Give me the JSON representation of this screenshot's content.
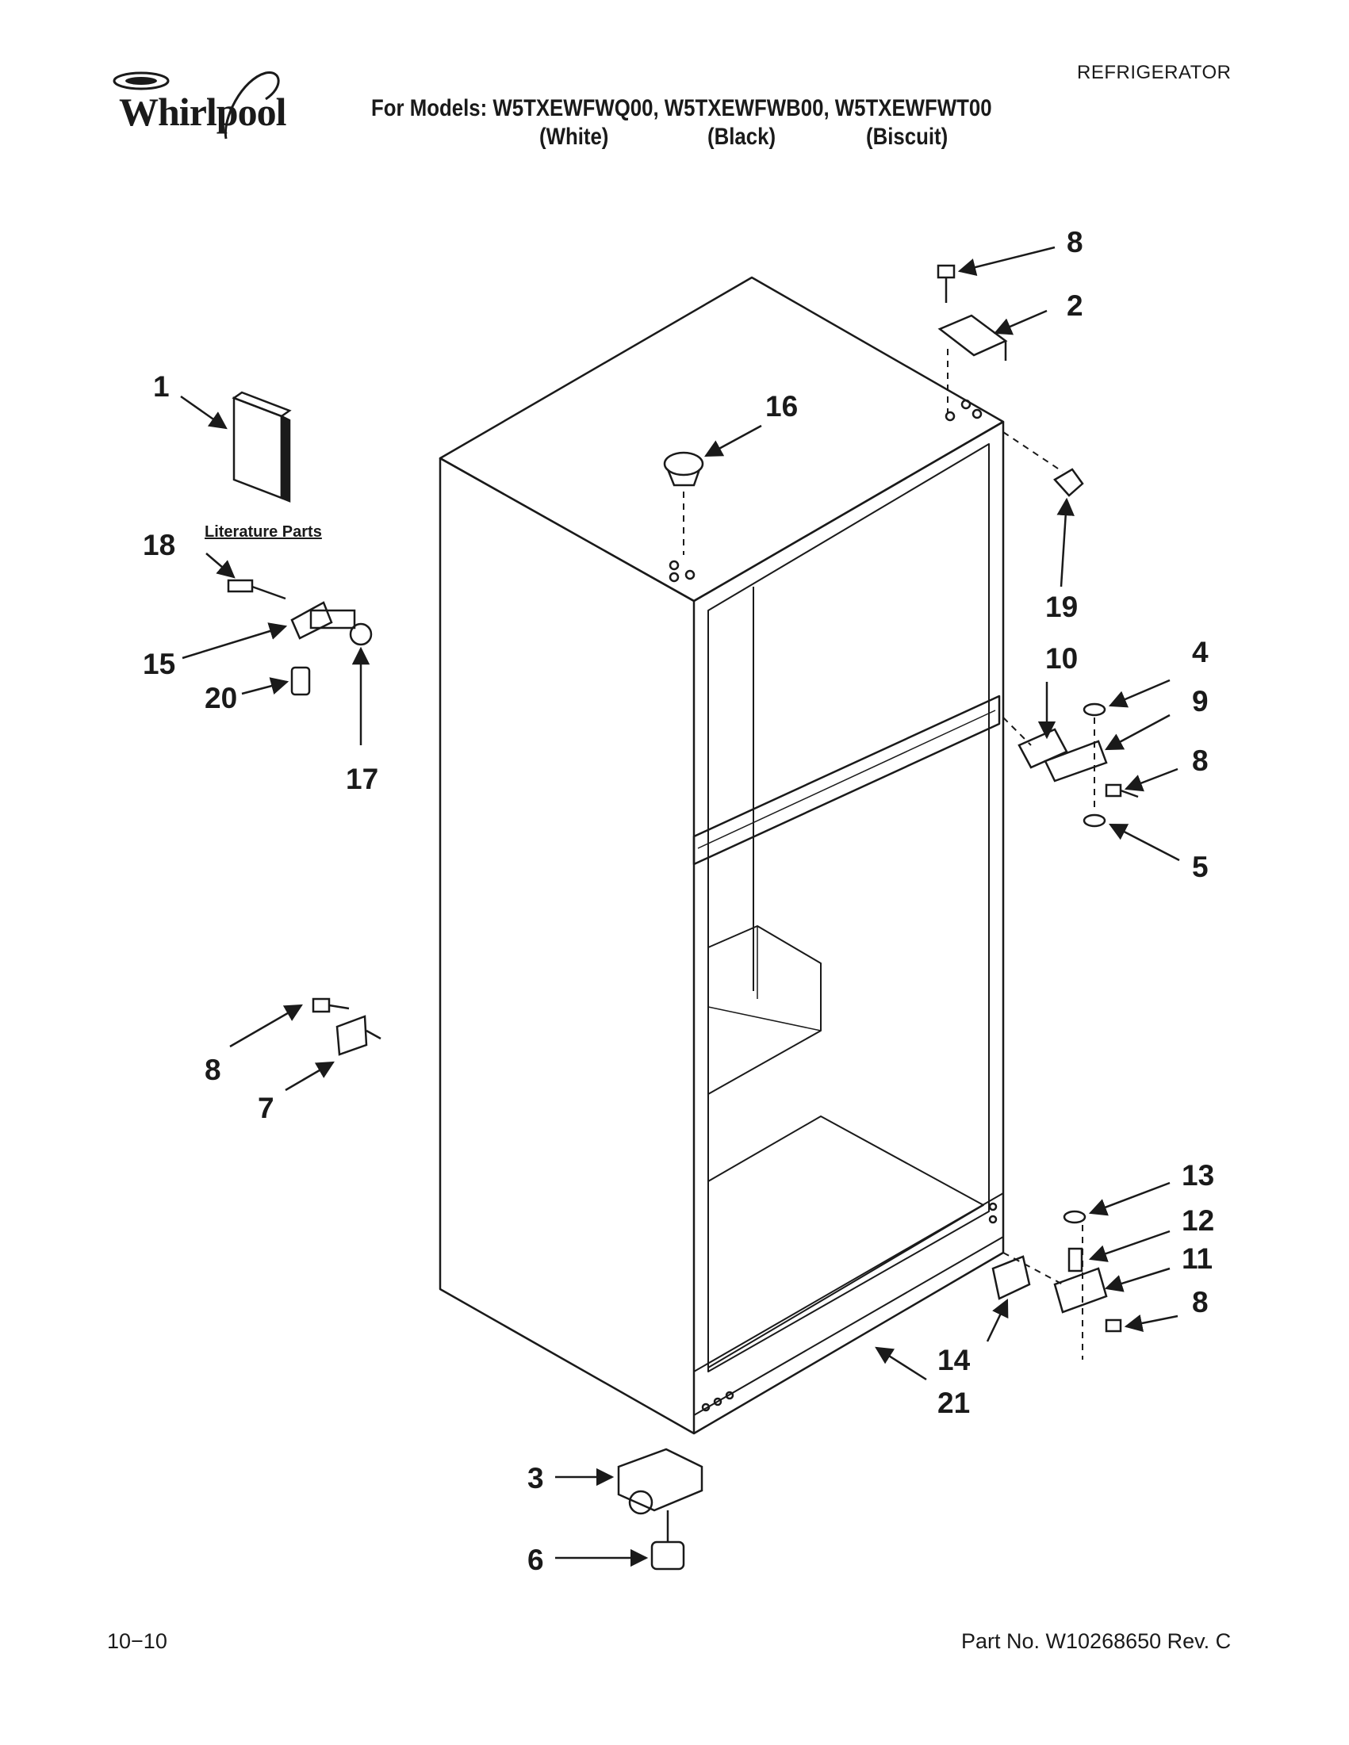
{
  "header": {
    "brand": "Whirlpool",
    "category": "REFRIGERATOR",
    "models_line": "For Models: W5TXEWFWQ00, W5TXEWFWB00, W5TXEWFWT00",
    "colors": [
      "(White)",
      "(Black)",
      "(Biscuit)"
    ]
  },
  "diagram": {
    "literature_label": "Literature Parts",
    "callouts": {
      "c1": "1",
      "c2": "2",
      "c3": "3",
      "c4": "4",
      "c5": "5",
      "c6": "6",
      "c7": "7",
      "c8a": "8",
      "c8b": "8",
      "c8c": "8",
      "c8d": "8",
      "c9": "9",
      "c10": "10",
      "c11": "11",
      "c12": "12",
      "c13": "13",
      "c14": "14",
      "c15": "15",
      "c16": "16",
      "c17": "17",
      "c18": "18",
      "c19": "19",
      "c20": "20",
      "c21": "21"
    }
  },
  "footer": {
    "date": "10−10",
    "part_number": "Part No. W10268650 Rev. C"
  },
  "colors": {
    "ink": "#1a1a1a",
    "paper": "#ffffff"
  }
}
